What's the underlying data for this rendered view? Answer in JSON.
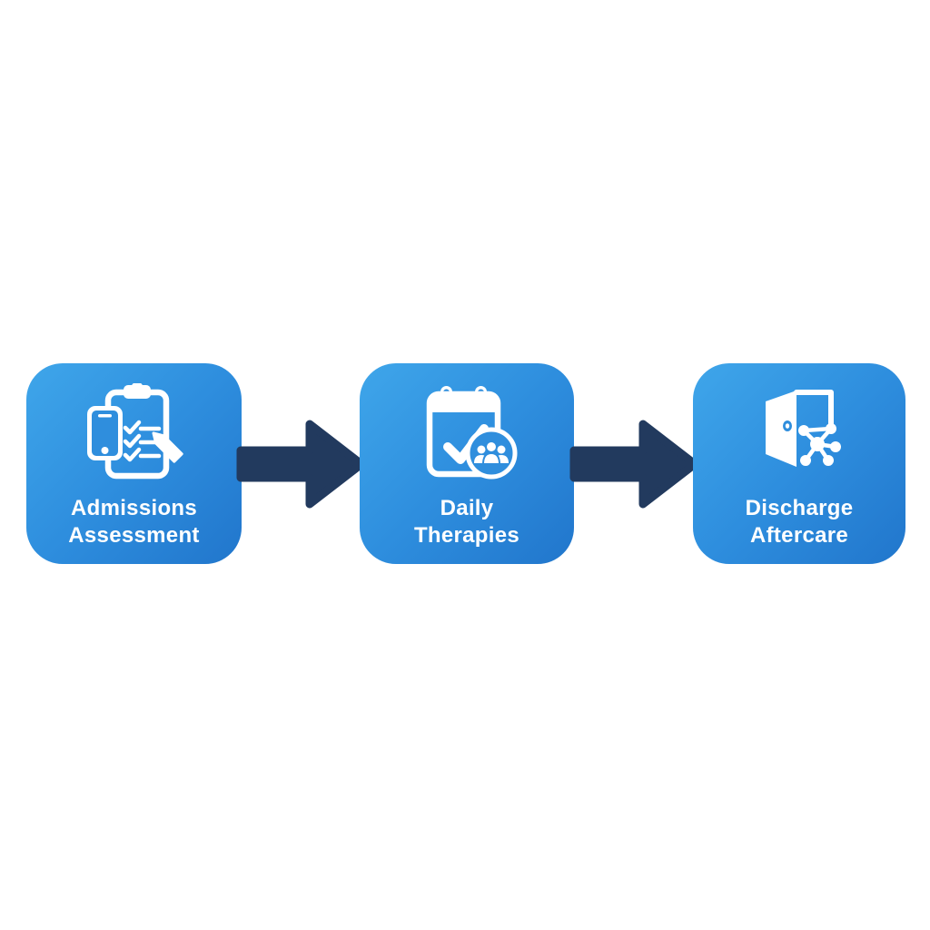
{
  "page": {
    "type": "process-flow-diagram"
  },
  "flow": {
    "steps": [
      {
        "id": "admissions-assessment",
        "icon": "phone-clipboard-checklist-pencil-icon",
        "lines": [
          "Admissions",
          "Assessment"
        ]
      },
      {
        "id": "daily-therapies",
        "icon": "calendar-check-group-icon",
        "lines": [
          "Daily",
          "Therapies"
        ]
      },
      {
        "id": "discharge-aftercare",
        "icon": "open-door-network-icon",
        "lines": [
          "Discharge",
          "Aftercare"
        ]
      }
    ],
    "connector": "right-arrow",
    "colors": {
      "page_background": "#ffffff",
      "box_gradient_start": "#3fa6ea",
      "box_gradient_mid": "#2e8ede",
      "box_gradient_end": "#2176cc",
      "arrow": "#223a5e",
      "icon": "#ffffff",
      "label_text": "#ffffff"
    }
  }
}
